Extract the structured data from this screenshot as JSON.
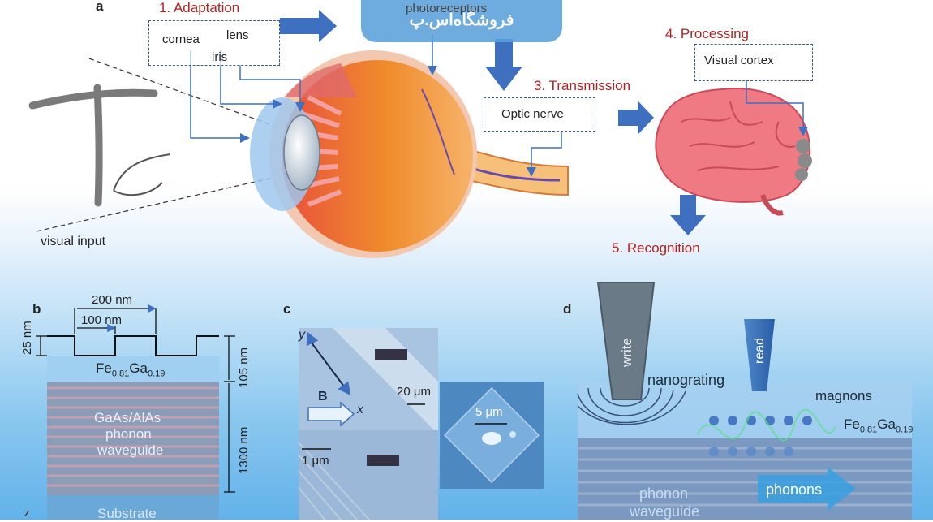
{
  "watermark": "فروشگاه‌اس.پ",
  "panel_a": {
    "letter": "a",
    "step1": "1. Adaptation",
    "step2_partial": "photoreceptors",
    "step3": "3. Transmission",
    "step4": "4. Processing",
    "step5": "5. Recognition",
    "cornea": "cornea",
    "lens": "lens",
    "iris": "iris",
    "optic_nerve": "Optic nerve",
    "visual_cortex": "Visual cortex",
    "visual_input": "visual input"
  },
  "panel_b": {
    "letter": "b",
    "dim_200": "200 nm",
    "dim_100": "100 nm",
    "dim_25": "25 nm",
    "dim_105": "105 nm",
    "dim_1300": "1300 nm",
    "fega_base": "Fe",
    "fega_sub1": "0.81",
    "fega_mid": "Ga",
    "fega_sub2": "0.19",
    "wg_line1": "GaAs/AlAs",
    "wg_line2": "phonon",
    "wg_line3": "waveguide",
    "substrate": "Substrate",
    "axis_z": "z"
  },
  "panel_c": {
    "letter": "c",
    "axis_y": "y",
    "axis_x": "x",
    "field_b": "B",
    "scale_20": "20 μm",
    "scale_1": "1 μm",
    "scale_5": "5 μm"
  },
  "panel_d": {
    "letter": "d",
    "write": "write",
    "read": "read",
    "nanograting": "nanograting",
    "magnons": "magnons",
    "fega_base": "Fe",
    "fega_sub1": "0.81",
    "fega_mid": "Ga",
    "fega_sub2": "0.19",
    "phonon_line1": "phonon",
    "phonon_line2": "waveguide",
    "phonons": "phonons"
  },
  "colors": {
    "arrow_blue": "#3f6fbf",
    "step_red": "#b22222",
    "brain_pink": "#f07a84",
    "eye_orange": "#f4a460"
  }
}
